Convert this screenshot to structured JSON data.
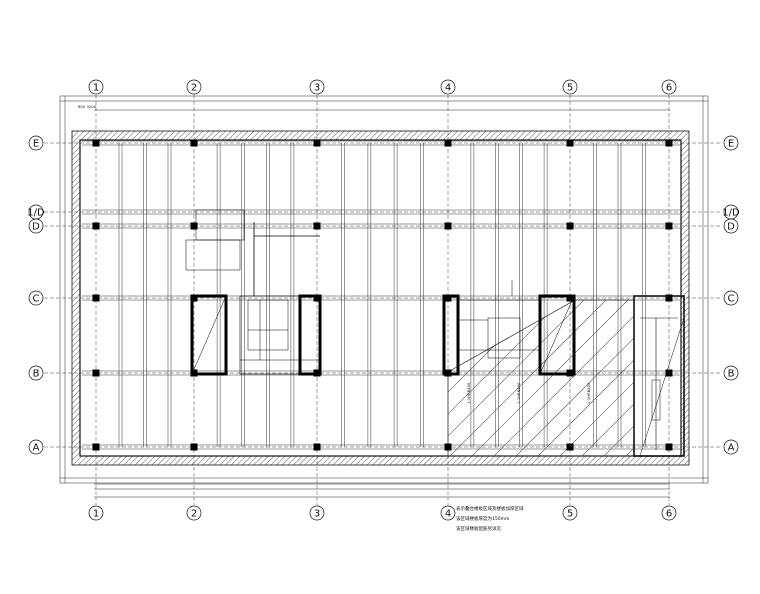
{
  "drawing": {
    "column_axes": [
      "1",
      "2",
      "3",
      "4",
      "5",
      "6"
    ],
    "row_axes": [
      "E",
      "1/D",
      "D",
      "C",
      "B",
      "A"
    ],
    "top_dimension": "800 3200",
    "notes": [
      "表示叠合楼板区域及楼板加厚区域",
      "该区域楼板厚度为150mm",
      "该区域楼板配筋另详见"
    ],
    "annotations": [
      "1:1HRB400",
      "1:1HRB400",
      "1:1HRB400"
    ],
    "colors": {
      "line": "#000000",
      "hatch": "#555555"
    }
  }
}
